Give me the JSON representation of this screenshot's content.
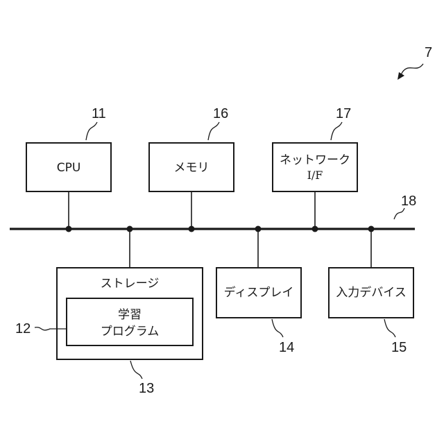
{
  "figure_ref": "7",
  "bus_ref": "18",
  "blocks": {
    "cpu": {
      "label": "CPU",
      "ref": "11"
    },
    "memory": {
      "label": "メモリ",
      "ref": "16"
    },
    "network": {
      "label_line1": "ネットワーク",
      "label_line2": "I/F",
      "ref": "17"
    },
    "storage": {
      "label": "ストレージ",
      "ref": "13"
    },
    "program": {
      "label_line1": "学習",
      "label_line2": "プログラム",
      "ref": "12"
    },
    "display": {
      "label": "ディスプレイ",
      "ref": "14"
    },
    "input": {
      "label": "入力デバイス",
      "ref": "15"
    }
  }
}
